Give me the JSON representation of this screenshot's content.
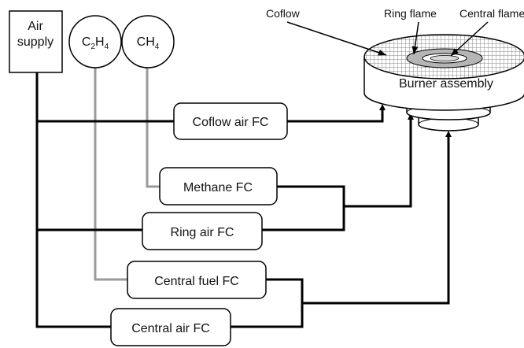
{
  "sources": {
    "air_supply": [
      "Air",
      "supply"
    ],
    "ethylene": {
      "base": "C",
      "sub1": "2",
      "mid": "H",
      "sub2": "4"
    },
    "methane": {
      "base": "CH",
      "sub": "4"
    }
  },
  "controllers": {
    "coflow_air": "Coflow air FC",
    "methane": "Methane FC",
    "ring_air": "Ring air FC",
    "central_fuel": "Central fuel FC",
    "central_air": "Central air FC"
  },
  "burner": {
    "assembly_label": "Burner assembly",
    "coflow_label": "Coflow",
    "ring_flame_label": "Ring flame",
    "central_flame_label": "Central flame"
  },
  "colors": {
    "air_line": "#000000",
    "fuel_line": "#9a9a9a",
    "coflow_hatch": "#9a9a9a",
    "ring_fill": "#b5b5b5"
  }
}
